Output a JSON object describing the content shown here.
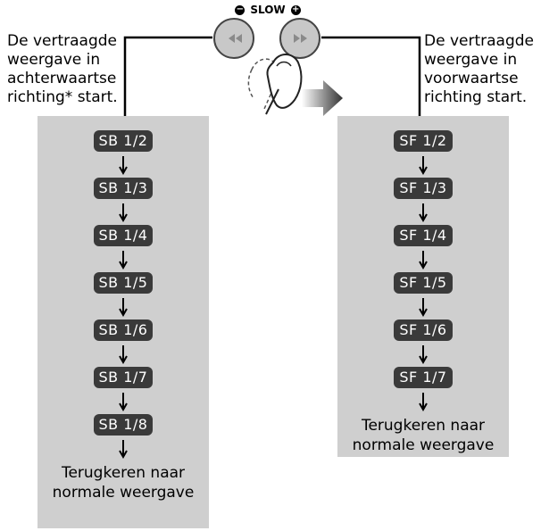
{
  "header": {
    "slow_label": "SLOW",
    "minus_symbol": "−",
    "plus_symbol": "+"
  },
  "left": {
    "description": [
      "De vertraagde",
      "weergave in",
      "achterwaartse",
      "richting* start."
    ],
    "steps": [
      "SB 1/2",
      "SB 1/3",
      "SB 1/4",
      "SB 1/5",
      "SB 1/6",
      "SB 1/7",
      "SB 1/8"
    ],
    "return_text": [
      "Terugkeren naar",
      "normale weergave"
    ]
  },
  "right": {
    "description": [
      "De vertraagde",
      "weergave in",
      "voorwaartse",
      "richting start."
    ],
    "steps": [
      "SF 1/2",
      "SF 1/3",
      "SF 1/4",
      "SF 1/5",
      "SF 1/6",
      "SF 1/7"
    ],
    "return_text": [
      "Terugkeren naar",
      "normale weergave"
    ]
  },
  "buttons": {
    "left_icon": "rewind-icon",
    "right_icon": "fast-forward-icon",
    "fill_color": "#c8c8c8"
  },
  "colors": {
    "panel": "#cfcfcf",
    "badge": "#3a3a3a"
  }
}
